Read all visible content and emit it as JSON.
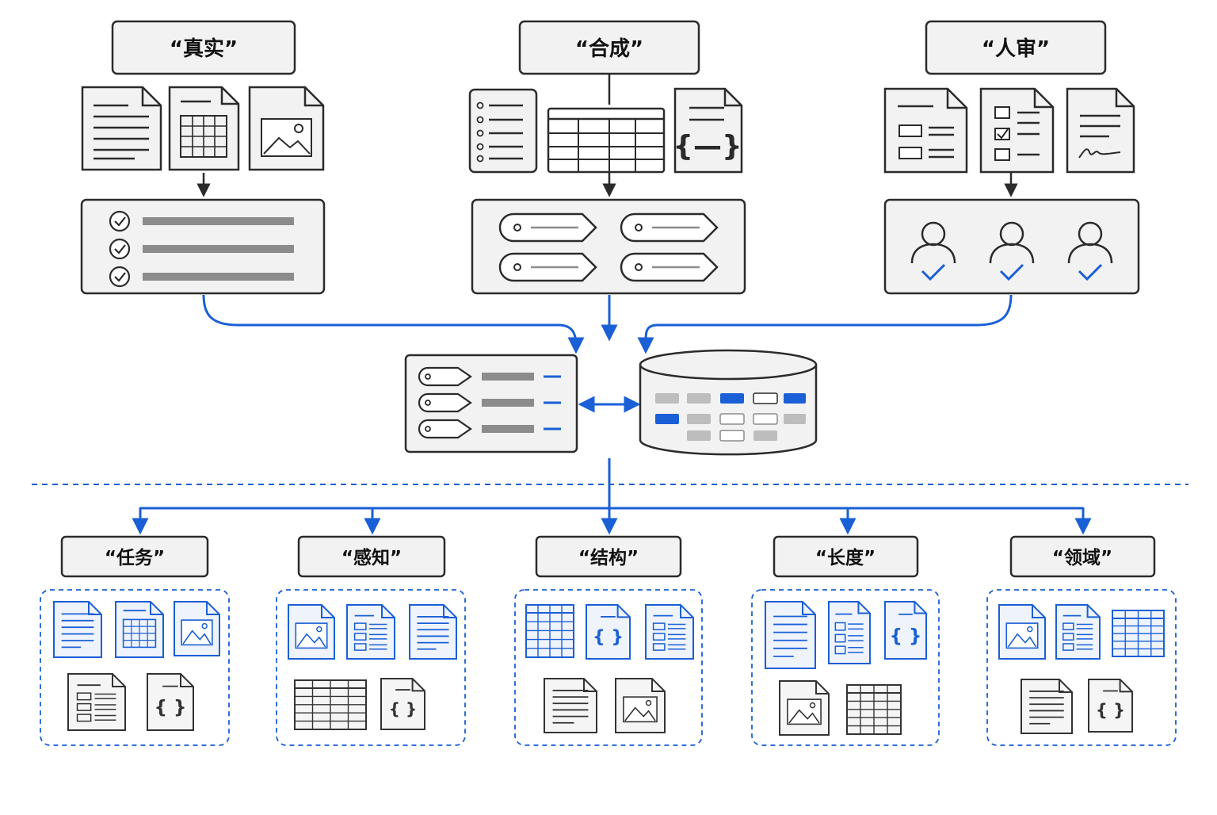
{
  "sources": [
    {
      "id": "real",
      "label": "“真实”"
    },
    {
      "id": "synthetic",
      "label": "“合成”"
    },
    {
      "id": "human",
      "label": "“人审”"
    }
  ],
  "categories": [
    {
      "id": "task",
      "label": "“任务”"
    },
    {
      "id": "perception",
      "label": "“感知”"
    },
    {
      "id": "structure",
      "label": "“结构”"
    },
    {
      "id": "length",
      "label": "“长度”"
    },
    {
      "id": "domain",
      "label": "“领域”"
    }
  ],
  "colors": {
    "accent": "#1a5fd6",
    "line": "#2b2b2b",
    "box_fill": "#f2f2f2",
    "bar_gray": "#8c8c8c",
    "dashed_divider": "#1a5fd6"
  }
}
